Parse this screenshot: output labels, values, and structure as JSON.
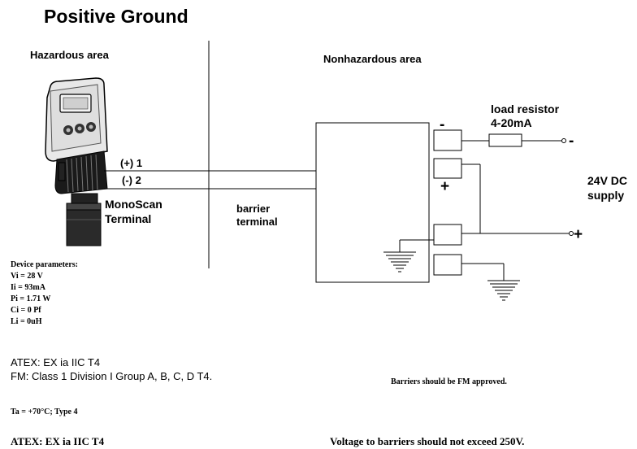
{
  "title": "Positive Ground",
  "areas": {
    "hazardous": "Hazardous area",
    "nonhazardous": "Nonhazardous area"
  },
  "device": {
    "terminal_pos": "(+) 1",
    "terminal_neg": "(-) 2",
    "label_line1": "MonoScan",
    "label_line2": "Terminal",
    "icon": "ultrasonic-sensor-icon"
  },
  "barrier": {
    "label_line1": "barrier",
    "label_line2": "terminal",
    "minus": "-",
    "plus": "+"
  },
  "load": {
    "label_line1": "load resistor",
    "label_line2": "4-20mA",
    "minus": "-"
  },
  "supply": {
    "label_line1": "24V DC",
    "label_line2": "supply",
    "plus": "+"
  },
  "parameters": {
    "heading": "Device parameters:",
    "items": [
      "Vi = 28 V",
      "Ii  = 93mA",
      "Pi = 1.71 W",
      "Ci = 0 Pf",
      "Li  = 0uH"
    ]
  },
  "certifications": {
    "atex": "ATEX: EX ia IIC T4",
    "fm": "FM: Class 1 Division I Group A, B, C, D T4.",
    "ta": "Ta = +70°C; Type 4",
    "atex_bold": "ATEX: EX ia IIC T4"
  },
  "notes": {
    "fm_approved": "Barriers should be FM approved.",
    "voltage": "Voltage to barriers should not exceed 250V."
  }
}
